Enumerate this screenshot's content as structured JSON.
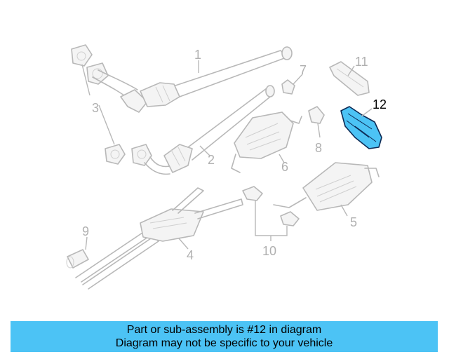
{
  "diagram": {
    "callouts": [
      "1",
      "2",
      "3",
      "4",
      "5",
      "6",
      "7",
      "8",
      "9",
      "10",
      "11",
      "12"
    ],
    "highlight_color": "#4cc3f5"
  },
  "banner": {
    "line1": "Part or sub-assembly is #12 in diagram",
    "line2": "Diagram may not be specific to your vehicle",
    "background": "#4cc3f5"
  }
}
